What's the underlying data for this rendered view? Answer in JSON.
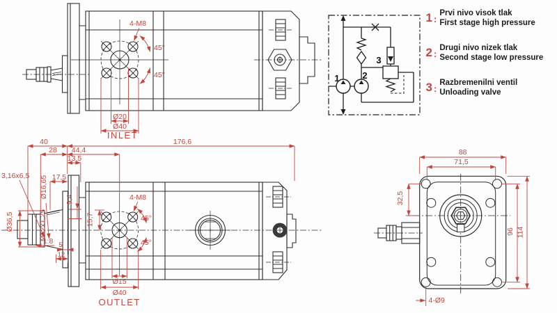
{
  "colors": {
    "drawing_line": "#2d2d2d",
    "dimension_red": "#c2463e",
    "background": "#fdfdfd"
  },
  "top_view": {
    "bolt_pattern": "4-M8",
    "angle_upper": "45°",
    "angle_lower": "45°",
    "dia_inner": "Ø20",
    "dia_outer": "Ø40",
    "port_label": "INLET"
  },
  "schematic": {
    "pump1_label": "1",
    "pump2_label": "2",
    "valve_label": "3"
  },
  "legend": {
    "items": [
      {
        "num": "1",
        "colon": ":",
        "sl": "Prvi nivo visok tlak",
        "en": "First stage high pressure"
      },
      {
        "num": "2",
        "colon": ":",
        "sl": "Drugi nivo nizek tlak",
        "en": "Second stage low pressure"
      },
      {
        "num": "3",
        "colon": ":",
        "sl": "Razbremenilni ventil",
        "en": "Unloading valve"
      }
    ]
  },
  "bottom_view": {
    "total_length": "176,6",
    "shaft_length": "40",
    "dim_28": "28",
    "dim_44_4": "44,4",
    "dim_13_5": "13,5",
    "dim_17_5": "17,5",
    "dim_9_4": "9,4",
    "key_size": "3,16x6,5",
    "dia_16_65": "Ø16,65",
    "dia_36_5": "Ø36,5",
    "thread": "M12x1,25",
    "taper": "1:8",
    "dim_5": "5",
    "dim_12": "12",
    "dim_15_7": "15,7",
    "bolt_pattern": "4-M8",
    "angle_upper": "45°",
    "angle_lower": "45°",
    "dia_inner": "Ø15",
    "dia_outer": "Ø40",
    "port_label": "OUTLET"
  },
  "end_view": {
    "flange_width": "88",
    "bolt_spacing_h": "71,5",
    "dim_32_5": "32,5",
    "bolt_spacing_v": "96",
    "flange_height": "114",
    "mount_holes": "4-Ø9"
  }
}
